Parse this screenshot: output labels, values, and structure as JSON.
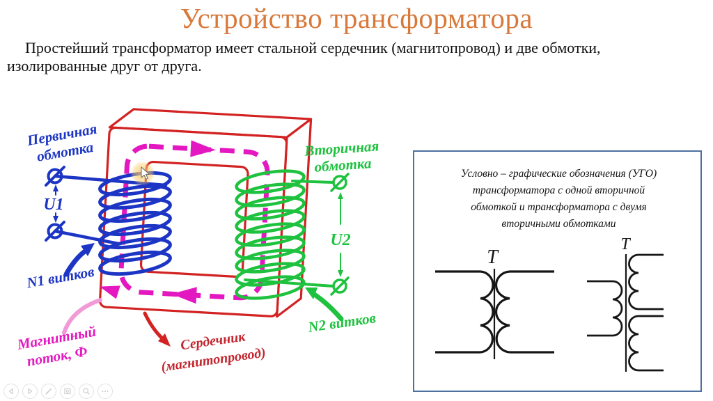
{
  "slide": {
    "title": "Устройство трансформатора",
    "title_color": "#d8793a",
    "intro_line1": "Простейший трансформатор имеет стальной сердечник (магнитопровод) и две обмотки,",
    "intro_line2": "изолированные друг от друга."
  },
  "diagram": {
    "primary_label_line1": "Первичная",
    "primary_label_line2": "обмотка",
    "primary_voltage": "U1",
    "primary_turns": "N1 витков",
    "secondary_label_line1": "Вторичная",
    "secondary_label_line2": "обмотка",
    "secondary_voltage": "U2",
    "secondary_turns": "N2 витков",
    "flux_label_line1": "Магнитный",
    "flux_label_line2": "поток, Ф",
    "core_label_line1": "Сердечник",
    "core_label_line2": "(магнитопровод)",
    "colors": {
      "core_red": "#d32222",
      "primary_blue": "#1c35c4",
      "secondary_green": "#1ec23e",
      "flux_magenta": "#e318c0",
      "core_label_red": "#c2262e",
      "flux_pointer_pink": "#f09ad8"
    }
  },
  "ugo_panel": {
    "caption_line1": "Условно – графические обозначения (УГО)",
    "caption_line2": "трансформатора с одной вторичной",
    "caption_line3": "обмоткой и трансформатора с двумя",
    "caption_line4": "вторичными обмотками",
    "symbol_single_label": "Т",
    "symbol_double_label": "Т",
    "border_color": "#4c70a0"
  },
  "toolbar": {
    "items": [
      "previous-slide",
      "next-slide",
      "pen-tools",
      "see-all-slides",
      "zoom-slide",
      "more-options"
    ]
  }
}
